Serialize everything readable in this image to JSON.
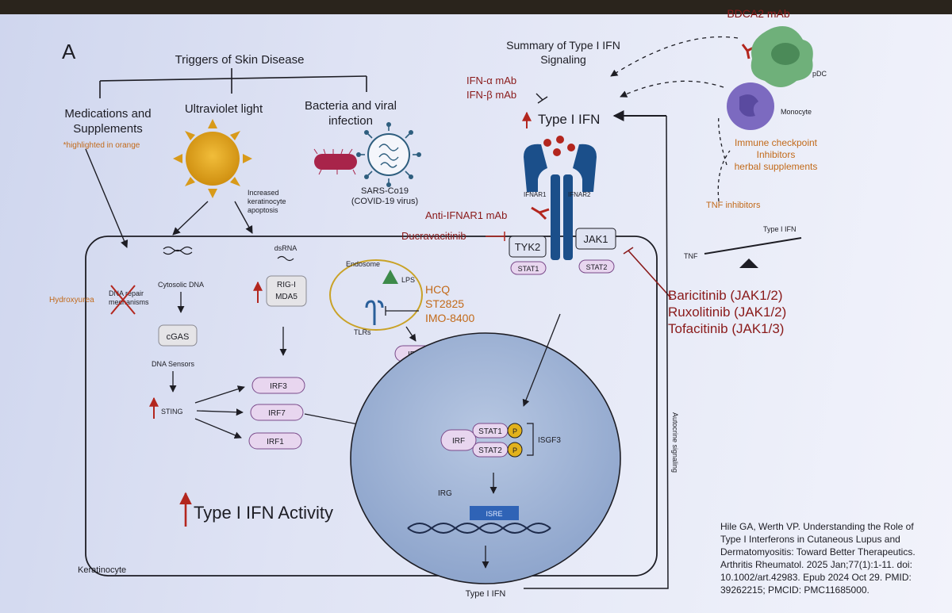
{
  "panel_letter": "A",
  "triggers": {
    "title": "Triggers of Skin Disease",
    "medications": "Medications and",
    "medications2": "Supplements",
    "highlight_note": "*highlighted in orange",
    "uv": "Ultraviolet light",
    "bacteria": "Bacteria and viral",
    "bacteria2": "infection",
    "sars": "SARS-Co19",
    "covid": "(COVID-19 virus)"
  },
  "apoptosis": [
    "Increased",
    "keratinocyte",
    "apoptosis"
  ],
  "summary": {
    "line1": "Summary of Type I IFN",
    "line2": "Signaling"
  },
  "ifn_mab": {
    "alpha": "IFN-α mAb",
    "beta": "IFN-β mAb"
  },
  "type1_ifn": "Type I IFN",
  "bdca2": "BDCA2 mAb",
  "pdc": "pDC",
  "monocyte": "Monocyte",
  "immune": {
    "l1": "Immune checkpoint",
    "l2": "Inhibitors",
    "l3": "herbal supplements"
  },
  "tnf_inhibitors": "TNF inhibitors",
  "balance": {
    "tnf": "TNF",
    "ifn": "Type I IFN"
  },
  "receptor": {
    "ifnar1": "IFNAR1",
    "ifnar2": "IFNAR2",
    "anti_ifnar1": "Anti-IFNAR1 mAb",
    "ducra": "Ducravacitinib",
    "tyk2": "TYK2",
    "jak1": "JAK1",
    "stat1": "STAT1",
    "stat2": "STAT2"
  },
  "jak_drugs": [
    "Baricitinib (JAK1/2)",
    "Ruxolitinib (JAK1/2)",
    "Tofacitinib (JAK1/3)"
  ],
  "cell": {
    "hydroxyurea": "Hydroxyurea",
    "dna_repair": "DNA repair",
    "mechanisms": "mechanisms",
    "cytosolic_dna": "Cytosolic DNA",
    "cgas": "cGAS",
    "dna_sensors": "DNA Sensors",
    "sting": "STING",
    "dsrna": "dsRNA",
    "rigi": "RIG-I",
    "mda5": "MDA5",
    "irf3": "IRF3",
    "irf7": "IRF7",
    "irf1": "IRF1",
    "endosome": "Endosome",
    "lps": "LPS",
    "tlrs": "TLRs",
    "hcq": "HCQ",
    "st2825": "ST2825",
    "imo": "IMO-8400",
    "irf57": "IRF5/7",
    "activity": "Type I IFN Activity",
    "keratinocyte": "Keratinocyte",
    "autocrine": "Autocrine signaling",
    "type1_ifn_out": "Type I IFN"
  },
  "nucleus": {
    "irf": "IRF",
    "stat1": "STAT1",
    "stat2": "STAT2",
    "p": "P",
    "isgf3": "ISGF3",
    "irg": "IRG",
    "isre": "ISRE"
  },
  "citation": [
    "Hile GA, Werth VP. Understanding the Role of",
    "Type I Interferons in Cutaneous Lupus and",
    "Dermatomyositis: Toward Better Therapeutics.",
    "Arthritis Rheumatol. 2025 Jan;77(1):1-11. doi:",
    "10.1002/art.42983. Epub 2024 Oct 29. PMID:",
    "39262215; PMCID: PMC11685000."
  ],
  "colors": {
    "dark_text": "#1d1d24",
    "orange": "#c26a1a",
    "red_arrow": "#b3261e",
    "drug_red": "#8a1a1a",
    "purple_box": "#e8d6ef",
    "purple_border": "#7a4a8a",
    "receptor_blue": "#1b4f8a",
    "sun": "#e0a21b",
    "virus": "#2e5e7e",
    "bacteria": "#a8244a",
    "nucleus": "#9fb4d4",
    "pdc": "#6fb07a",
    "monocyte": "#7c6ac0"
  }
}
